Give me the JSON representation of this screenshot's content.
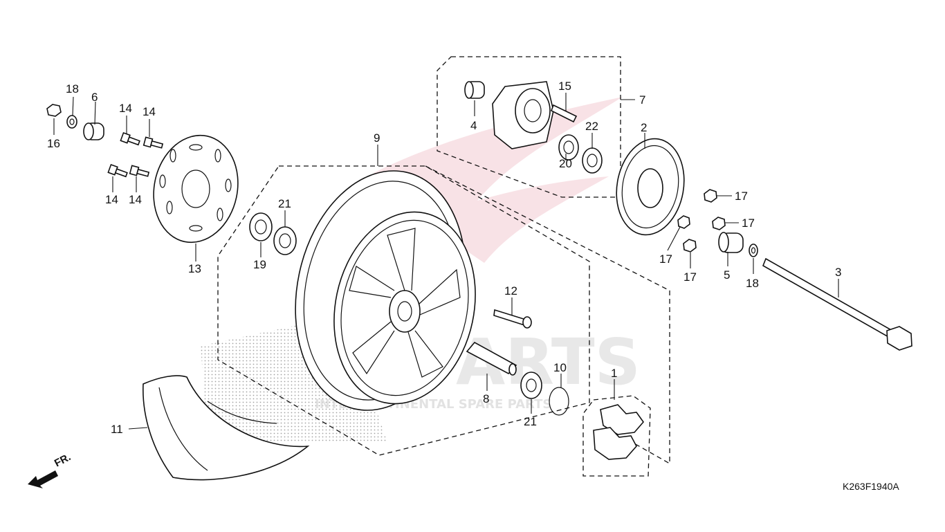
{
  "diagram": {
    "code": "K263F1940A",
    "direction_label": "FR.",
    "callouts": [
      {
        "id": "c1",
        "text": "1"
      },
      {
        "id": "c2",
        "text": "2"
      },
      {
        "id": "c3",
        "text": "3"
      },
      {
        "id": "c4",
        "text": "4"
      },
      {
        "id": "c5",
        "text": "5"
      },
      {
        "id": "c6",
        "text": "6"
      },
      {
        "id": "c7",
        "text": "7"
      },
      {
        "id": "c8",
        "text": "8"
      },
      {
        "id": "c9",
        "text": "9"
      },
      {
        "id": "c10",
        "text": "10"
      },
      {
        "id": "c11",
        "text": "11"
      },
      {
        "id": "c12",
        "text": "12"
      },
      {
        "id": "c13",
        "text": "13"
      },
      {
        "id": "c14a",
        "text": "14"
      },
      {
        "id": "c14b",
        "text": "14"
      },
      {
        "id": "c14c",
        "text": "14"
      },
      {
        "id": "c14d",
        "text": "14"
      },
      {
        "id": "c15",
        "text": "15"
      },
      {
        "id": "c16",
        "text": "16"
      },
      {
        "id": "c17a",
        "text": "17"
      },
      {
        "id": "c17b",
        "text": "17"
      },
      {
        "id": "c17c",
        "text": "17"
      },
      {
        "id": "c17d",
        "text": "17"
      },
      {
        "id": "c18a",
        "text": "18"
      },
      {
        "id": "c18b",
        "text": "18"
      },
      {
        "id": "c19",
        "text": "19"
      },
      {
        "id": "c20",
        "text": "20"
      },
      {
        "id": "c21a",
        "text": "21"
      },
      {
        "id": "c21b",
        "text": "21"
      },
      {
        "id": "c22",
        "text": "22"
      }
    ]
  },
  "watermark": {
    "brand": "PARTS",
    "tagline": "INTERCONTINENTAL SPARE PARTS",
    "color": "#c8102e"
  }
}
